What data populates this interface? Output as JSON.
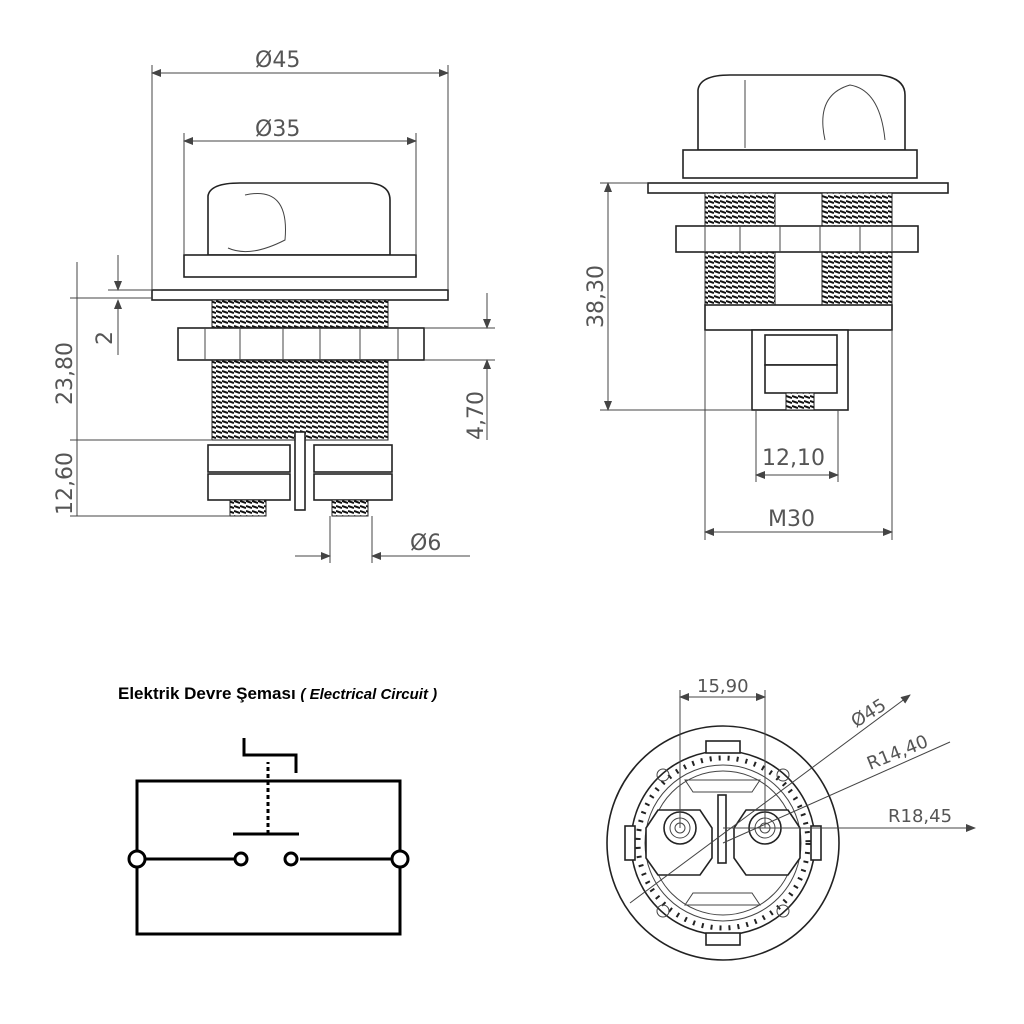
{
  "front_view": {
    "dim_outer_diameter": "Ø45",
    "dim_knob_diameter": "Ø35",
    "dim_body_height": "23,80",
    "dim_flange_thickness": "2",
    "dim_terminal_height": "12,60",
    "dim_nut_height": "4,70",
    "dim_stud_diameter": "Ø6"
  },
  "side_view": {
    "dim_total_height": "38,30",
    "dim_terminal_width": "12,10",
    "dim_thread": "M30"
  },
  "bottom_view": {
    "dim_stud_spacing": "15,90",
    "dim_diameter": "Ø45",
    "dim_inner_radius": "R14,40",
    "dim_outer_radius": "R18,45"
  },
  "circuit": {
    "title": "Elektrik Devre Şeması",
    "subtitle": "( Electrical Circuit )"
  }
}
